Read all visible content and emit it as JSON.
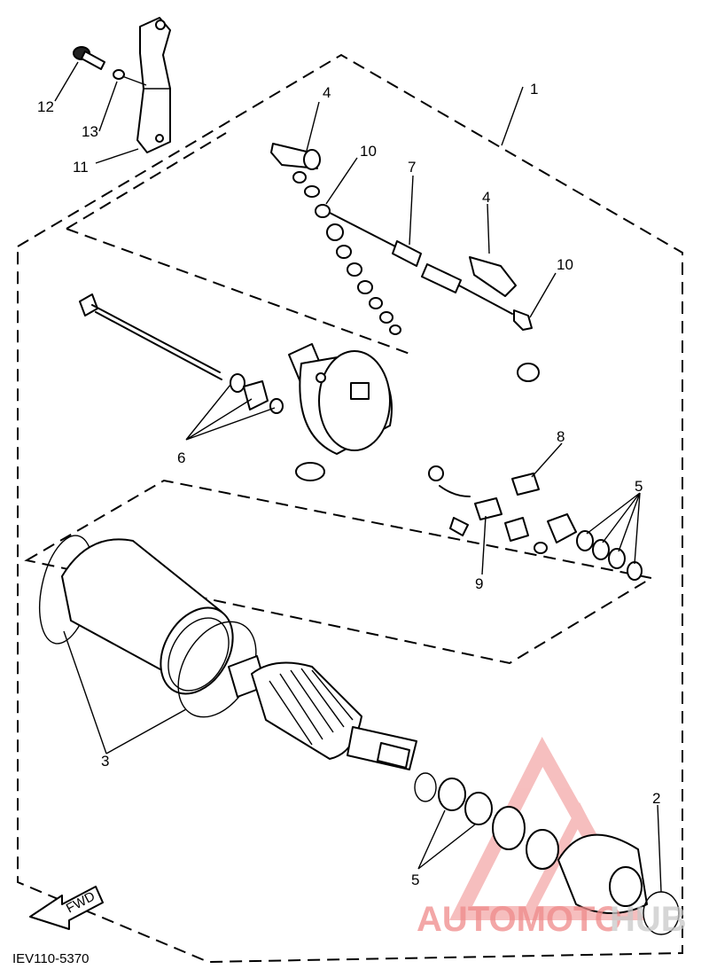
{
  "labels": {
    "l1": "1",
    "l2": "2",
    "l3": "3",
    "l4a": "4",
    "l4b": "4",
    "l5a": "5",
    "l5b": "5",
    "l6": "6",
    "l7": "7",
    "l8": "8",
    "l9": "9",
    "l10a": "10",
    "l10b": "10",
    "l11": "11",
    "l12": "12",
    "l13": "13"
  },
  "fwd_label": "FWD",
  "diagram_code": "IEV110-5370",
  "watermark": {
    "part1": "AUTOMOTO",
    "part2": "HUB",
    "color_primary": "#ef8a8a",
    "color_secondary": "#c9c9c9"
  }
}
